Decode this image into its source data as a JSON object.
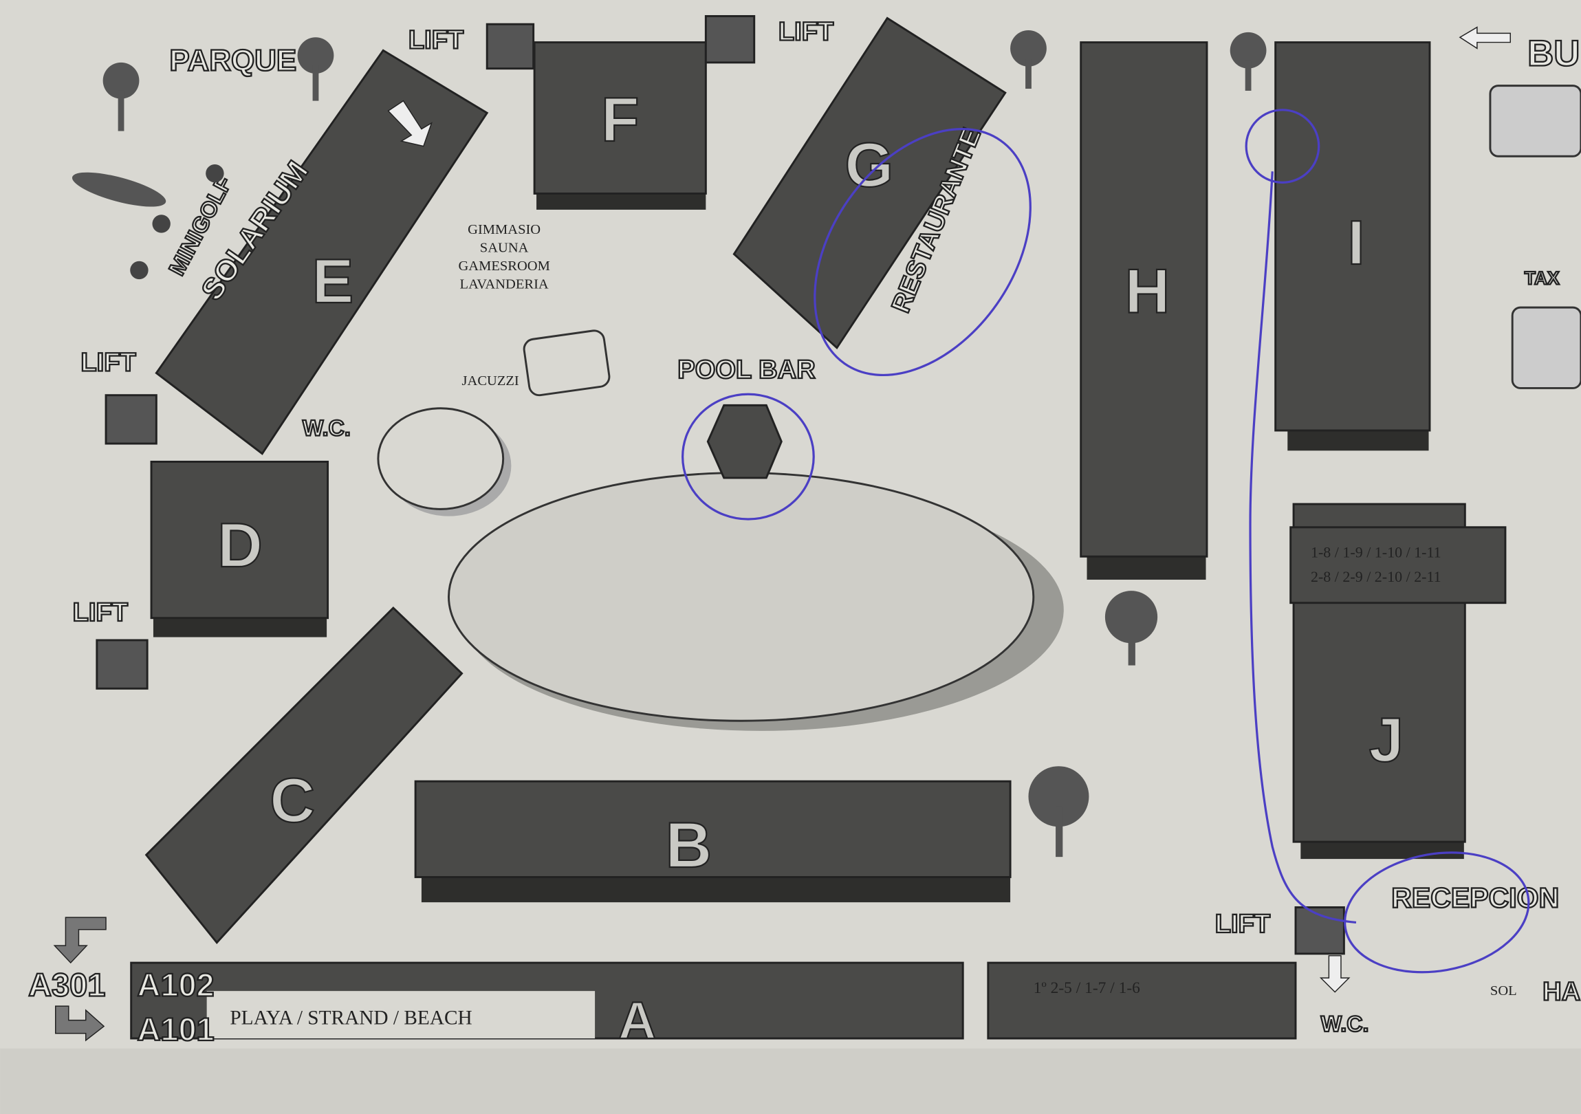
{
  "title": "Hotel complex site plan",
  "blocks": {
    "a": "A",
    "b": "B",
    "c": "C",
    "d": "D",
    "e": "E",
    "f": "F",
    "g": "G",
    "h": "H",
    "i": "I",
    "j": "J"
  },
  "labels": {
    "parque": "PARQUE",
    "minigolf": "MINIGOLF",
    "solarium": "SOLARIUM",
    "lift": "LIFT",
    "wc": "W.C.",
    "facilities": [
      "GIMMASIO",
      "SAUNA",
      "GAMESROOM",
      "LAVANDERIA"
    ],
    "jacuzzi": "JACUZZI",
    "pool_bar": "POOL BAR",
    "restaurante": "RESTAURANTE",
    "recepcion": "RECEPCION",
    "beach": "PLAYA / STRAND / BEACH",
    "bus": "BU",
    "taxi": "TAX",
    "hall": "HAL",
    "sol": "SOL"
  },
  "rooms": {
    "a301": "A301",
    "a102": "A102",
    "a101": "A101",
    "j_row1": "1-8 / 1-9 / 1-10 / 1-11",
    "j_row2": "2-8 / 2-9 / 2-10 / 2-11",
    "a_right": "1º  2-5 / 1-7 / 1-6"
  },
  "colors": {
    "paper": "#d9d8d2",
    "block": "#4a4a48",
    "pen": "#4b3fc4"
  }
}
